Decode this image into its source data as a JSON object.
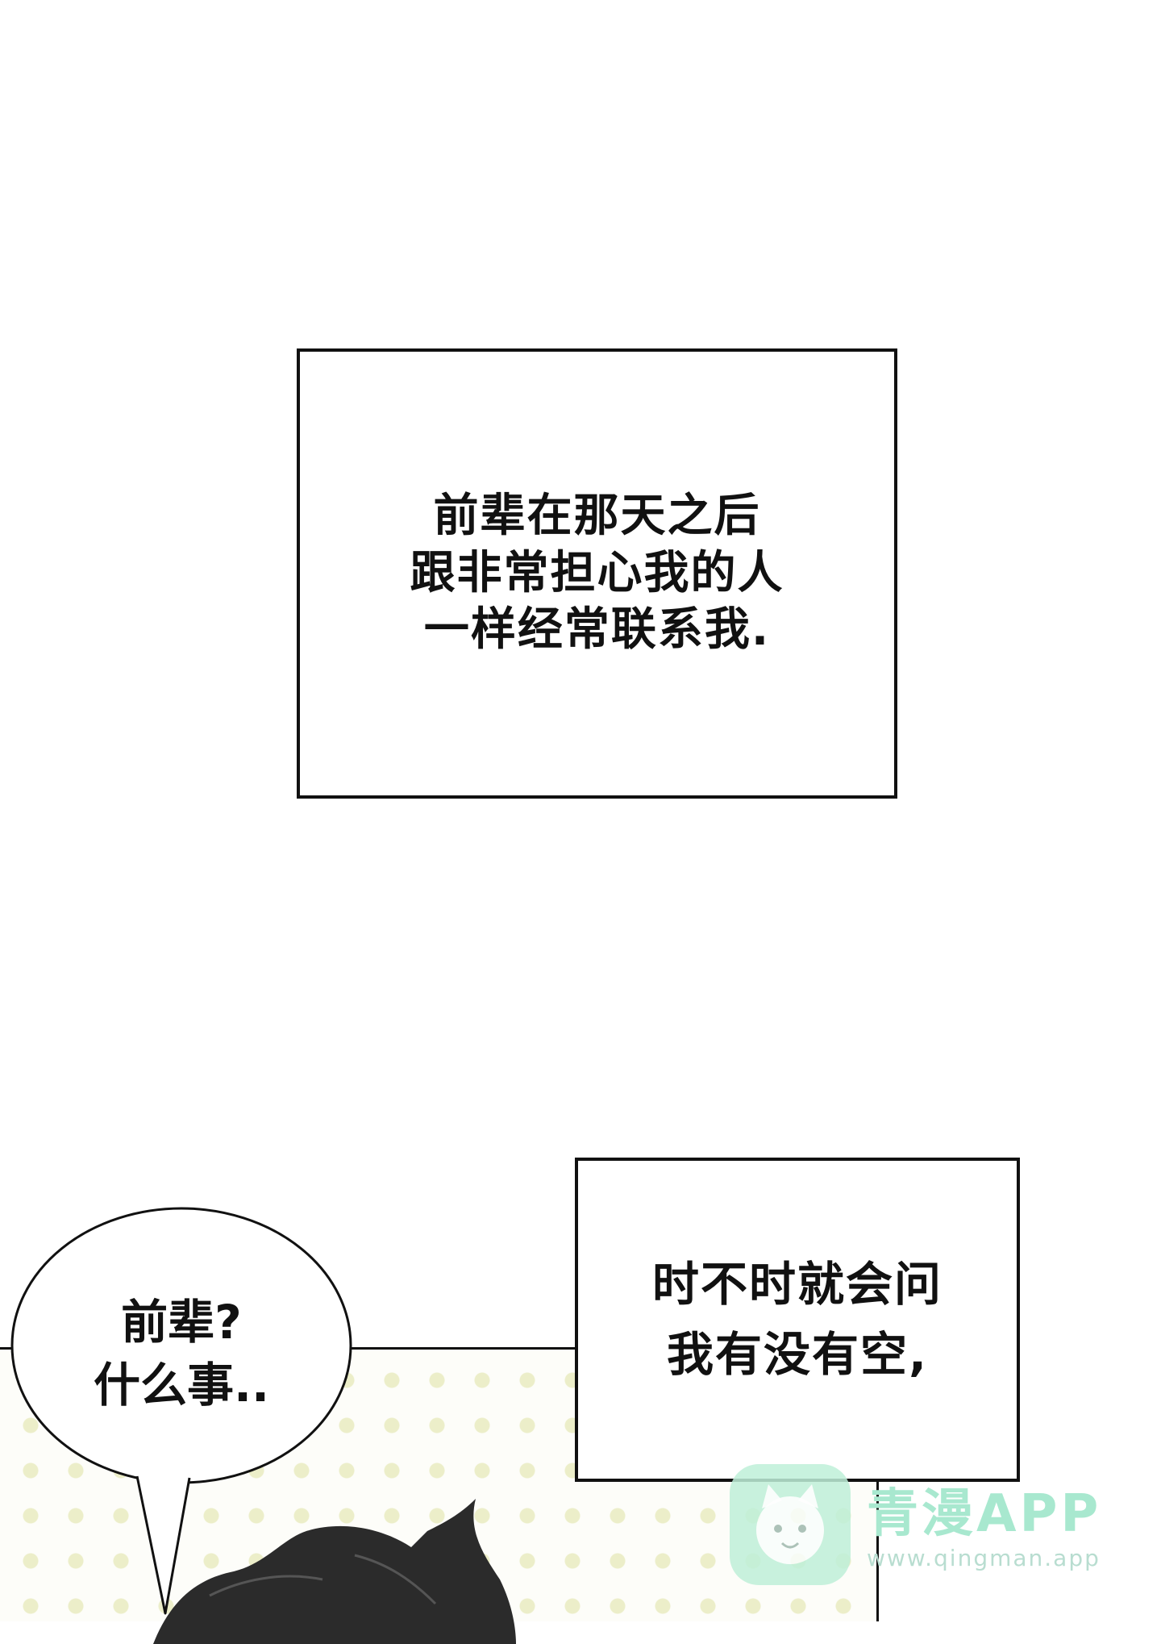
{
  "captions": {
    "first": "前辈在那天之后\n跟非常担心我的人\n一样经常联系我.",
    "second": "时不时就会问\n我有没有空,"
  },
  "speech_bubble": {
    "text": "前辈?\n什么事.."
  },
  "watermark": {
    "title": "青漫APP",
    "url": "www.qingman.app",
    "icon": "cat-face-icon"
  },
  "colors": {
    "ink": "#111111",
    "dots": "#eceec9",
    "watermark": "#a8e8cf"
  }
}
